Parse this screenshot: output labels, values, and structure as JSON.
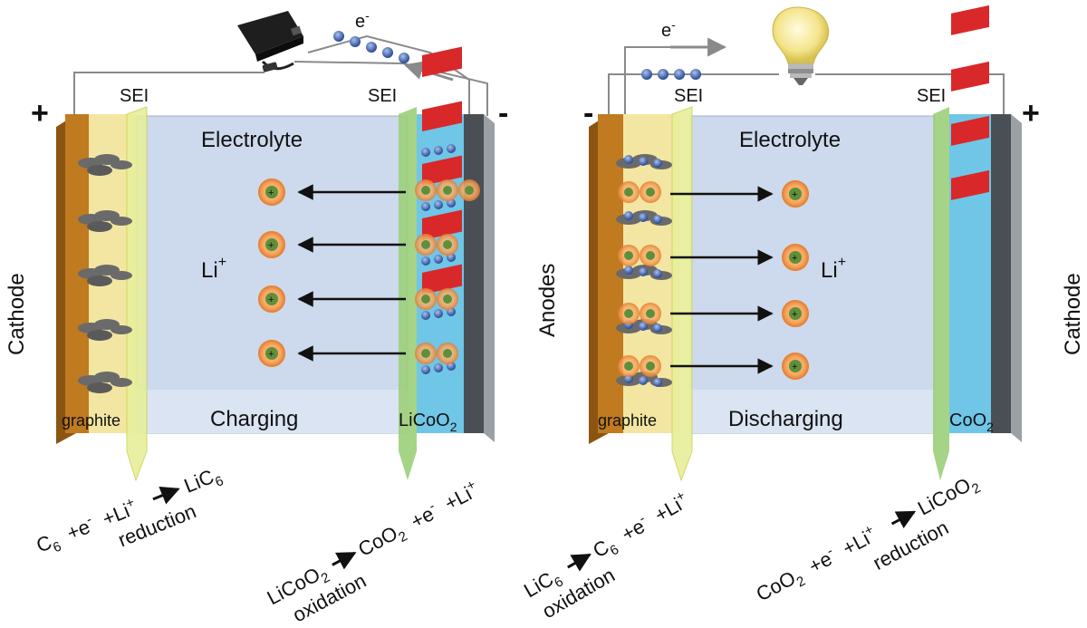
{
  "charging": {
    "electrolyte": "Electrolyte",
    "caption": "Charging",
    "sign_left": "+",
    "sign_right": "-",
    "electrode_side_label": "Cathode",
    "sei_left": "SEI",
    "sei_right": "SEI",
    "electron": {
      "base": "e",
      "sup": "-"
    },
    "ion": {
      "base": "Li",
      "sup": "+"
    },
    "left_material": "graphite",
    "right_material": {
      "base": "LiCoO",
      "sub": "2"
    },
    "left_reaction": {
      "reactants": [
        {
          "base": "C",
          "sub": "6"
        },
        {
          "base": "+e",
          "sup": "-"
        },
        {
          "base": "+Li",
          "sup": "+"
        }
      ],
      "product": {
        "base": "LiC",
        "sub": "6"
      },
      "type": "reduction"
    },
    "right_reaction": {
      "reactant": {
        "base": "LiCoO",
        "sub": "2"
      },
      "products": [
        {
          "base": "CoO",
          "sub": "2"
        },
        {
          "base": "+e",
          "sup": "-"
        },
        {
          "base": "+Li",
          "sup": "+"
        }
      ],
      "type": "oxidation"
    }
  },
  "discharging": {
    "electrolyte": "Electrolyte",
    "caption": "Discharging",
    "sign_left": "-",
    "sign_right": "+",
    "electrode_side_left": "Anodes",
    "electrode_side_right": "Cathode",
    "sei_left": "SEI",
    "sei_right": "SEI",
    "electron": {
      "base": "e",
      "sup": "-"
    },
    "ion": {
      "base": "Li",
      "sup": "+"
    },
    "left_material": "graphite",
    "right_material": {
      "base": "CoO",
      "sub": "2"
    },
    "left_reaction": {
      "reactant": {
        "base": "LiC",
        "sub": "6"
      },
      "products": [
        {
          "base": "C",
          "sub": "6"
        },
        {
          "base": "+e",
          "sup": "-"
        },
        {
          "base": "+Li",
          "sup": "+"
        }
      ],
      "type": "oxidation"
    },
    "right_reaction": {
      "reactants": [
        {
          "base": "CoO",
          "sub": "2"
        },
        {
          "base": "+e",
          "sup": "-"
        },
        {
          "base": "+Li",
          "sup": "+"
        }
      ],
      "product": {
        "base": "LiCoO",
        "sub": "2"
      },
      "type": "reduction"
    }
  },
  "icons": {
    "charger": "charger-icon",
    "bulb": "light-bulb-icon",
    "arrow": "reaction-arrow-icon"
  },
  "colors": {
    "electrolyte": "#cdd9ec",
    "graphite_layer": "#f2e6a2",
    "copper": "#c07a20",
    "sei_film": "#e7ef9a",
    "cathode_blue": "#6fc6e6",
    "collector_dark": "#4a4f55",
    "ion_ring": "#f5a35a",
    "ion_core": "#5f8f3a",
    "electron_ball": "#3f61a8",
    "cobalt_red": "#d9282a",
    "wire": "#8a8a8a"
  }
}
